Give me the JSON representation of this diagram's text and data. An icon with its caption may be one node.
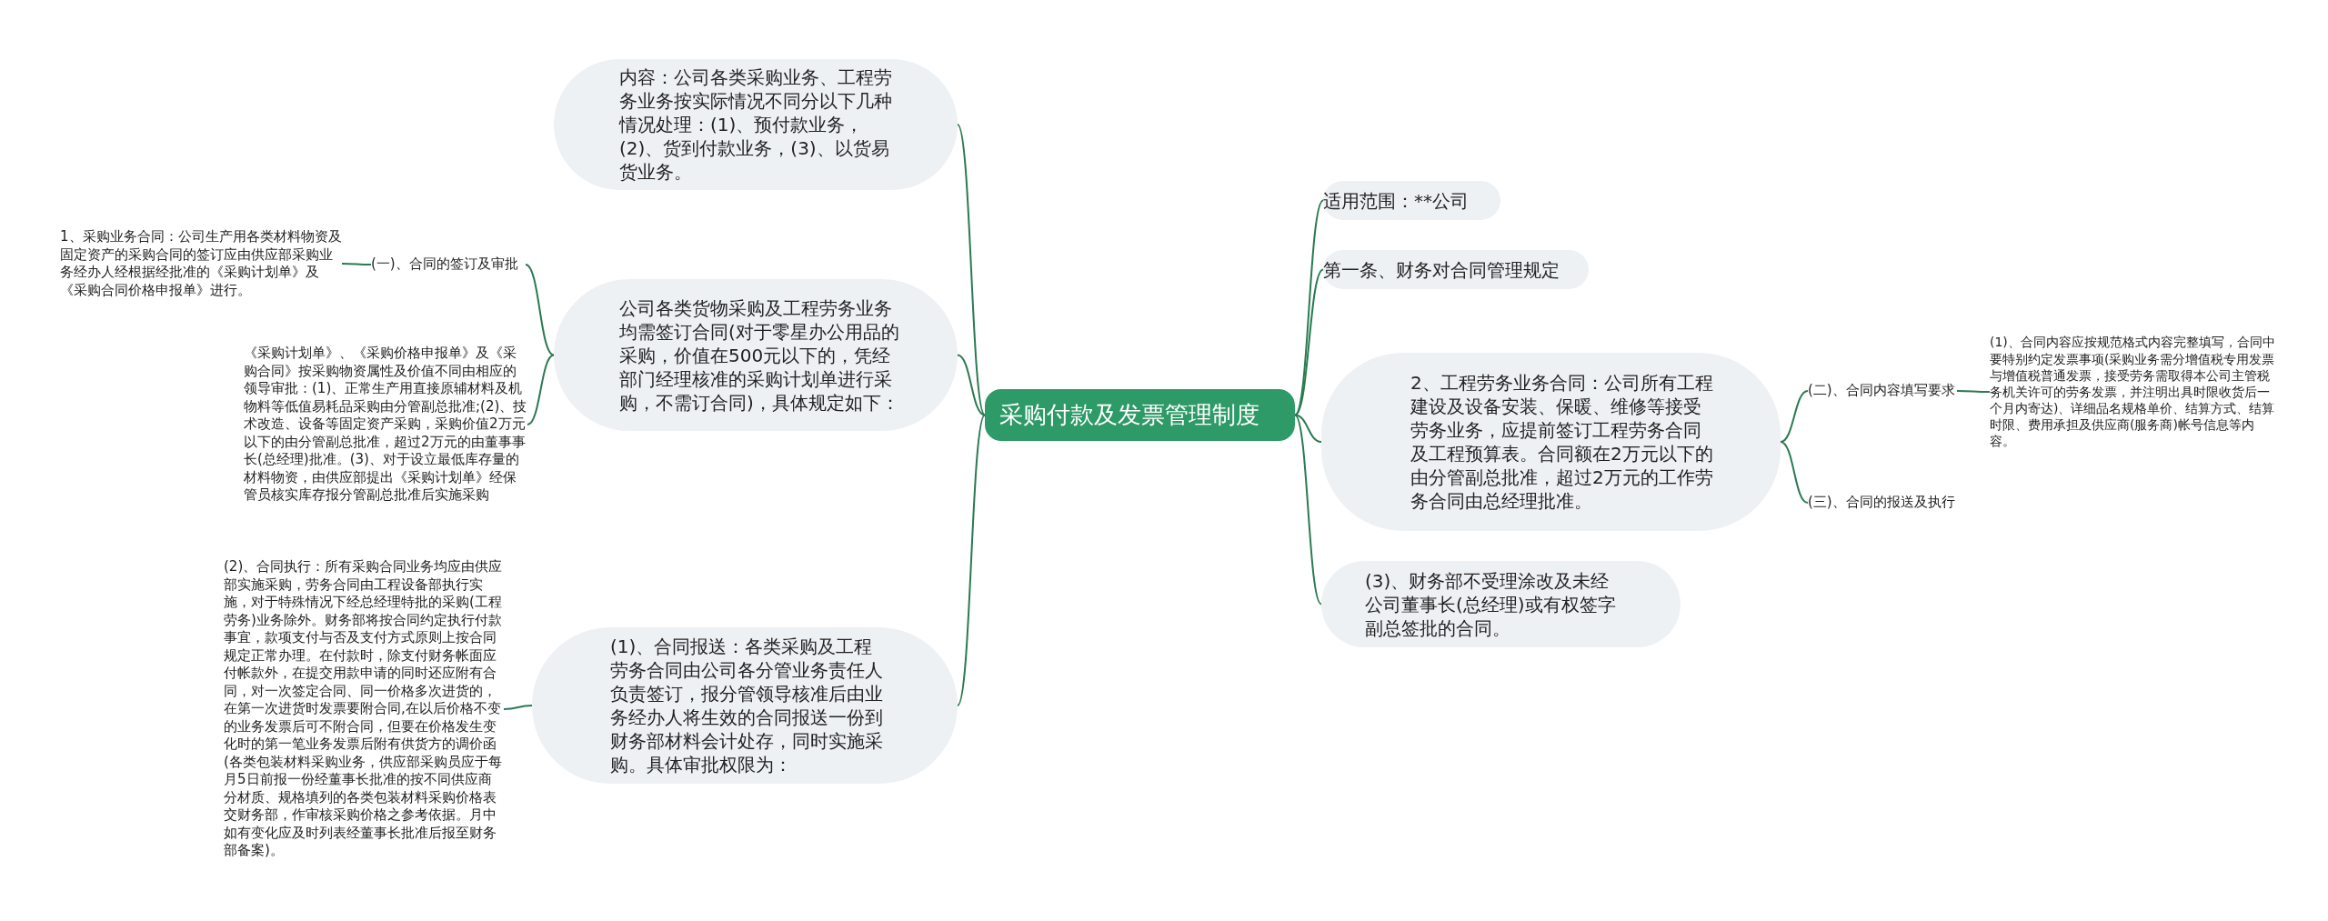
{
  "diagram": {
    "nodes": [
      {
        "text": [
          "采购付款及发票管理制度"
        ]
      },
      {
        "text": [
          "内容：公司各类采购业务、工程劳务业务按实际情况不同分以下几种情况处理：(1)、预付款业务，(2)、货到付款业务，(3)、以货易货业务。"
        ]
      },
      {
        "text": [
          "公司各类货物采购及工程劳务业务均需签订合同(对于零星办公用品的采购，价值在500元以下的，凭经部门经理核准的采购计划单进行采购，不需订合同)，具体规定如下："
        ]
      },
      {
        "text": [
          "(一)、合同的签订及审批"
        ]
      },
      {
        "text": [
          "1、采购业务合同：公司生产用各类材料物资及固定资产的采购合同的签订应由供应部采购业务经办人经根据经批准的《采购计划单》及《采购合同价格申报单》进行。"
        ]
      },
      {
        "text": [
          "《采购计划单》、《采购价格申报单》及《采购合同》按采购物资属性及价值不同由相应的领导审批：(1)、正常生产用直接原辅材料及机物料等低值易耗品采购由分管副总批准;(2)、技术改造、设备等固定资产采购，采购价值2万元以下的由分管副总批准，超过2万元的由董事事长(总经理)批准。(3)、对于设立最低库存量的材料物资，由供应部提出《采购计划单》经保管员核实库存报分管副总批准后实施采购"
        ]
      },
      {
        "text": [
          "(1)、合同报送：各类采购及工程劳务合同由公司各分管业务责任人负责签订，报分管领导核准后由业务经办人将生效的合同报送一份到财务部材料会计处存，同时实施采购。具体审批权限为："
        ]
      },
      {
        "text": [
          "(2)、合同执行：所有采购合同业务均应由供应部实施采购，劳务合同由工程设备部执行实施，对于特殊情况下经总经理特批的采购(工程劳务)业务除外。财务部将按合同约定执行付款事宜，款项支付与否及支付方式原则上按合同规定正常办理。在付款时，除支付财务帐面应付帐款外，在提交用款申请的同时还应附有合同，对一次签定合同、同一价格多次进货的，在第一次进货时发票要附合同,在以后价格不变的业务发票后可不附合同，但要在价格发生变化时的第一笔业务发票后附有供货方的调价函(各类包装材料采购业务，供应部采购员应于每月5日前报一份经董事长批准的按不同供应商分材质、规格填列的各类包装材料采购价格表交财务部，作审核采购价格之参考依据。月中如有变化应及时列表经董事长批准后报至财务部备案)。"
        ]
      },
      {
        "text": [
          "适用范围：**公司"
        ]
      },
      {
        "text": [
          "第一条、财务对合同管理规定"
        ]
      },
      {
        "text": [
          "2、工程劳务业务合同：公司所有工程建设及设备安装、保暖、维修等接受劳务业务，应提前签订工程劳务合同及工程预算表。合同额在2万元以下的由分管副总批准，超过2万元的工作劳务合同由总经理批准。"
        ]
      },
      {
        "text": [
          "(二)、合同内容填写要求"
        ]
      },
      {
        "text": [
          "(1)、合同内容应按规范格式内容完整填写，合同中要特别约定发票事项(采购业务需分增值税专用发票与增值税普通发票，接受劳务需取得本公司主管税务机关许可的劳务发票，并注明出具时限收货后一个月内寄达)、详细品名规格单价、结算方式、结算时限、费用承担及供应商(服务商)帐号信息等内容。"
        ]
      },
      {
        "text": [
          "(三)、合同的报送及执行"
        ]
      },
      {
        "text": [
          "(3)、财务部不受理涂改及未经公司董事长(总经理)或有权签字副总签批的合同。"
        ]
      }
    ],
    "edges": [
      {
        "from": 0,
        "to": 1,
        "arrow": "none"
      },
      {
        "from": 0,
        "to": 2,
        "arrow": "none"
      },
      {
        "from": 2,
        "to": 3,
        "arrow": "none"
      },
      {
        "from": 3,
        "to": 4,
        "arrow": "none"
      },
      {
        "from": 2,
        "to": 5,
        "arrow": "none"
      },
      {
        "from": 0,
        "to": 6,
        "arrow": "none"
      },
      {
        "from": 6,
        "to": 7,
        "arrow": "none"
      },
      {
        "from": 0,
        "to": 8,
        "arrow": "none"
      },
      {
        "from": 0,
        "to": 9,
        "arrow": "none"
      },
      {
        "from": 0,
        "to": 10,
        "arrow": "none"
      },
      {
        "from": 10,
        "to": 11,
        "arrow": "none"
      },
      {
        "from": 11,
        "to": 12,
        "arrow": "none"
      },
      {
        "from": 10,
        "to": 13,
        "arrow": "none"
      },
      {
        "from": 0,
        "to": 14,
        "arrow": "none"
      }
    ]
  }
}
